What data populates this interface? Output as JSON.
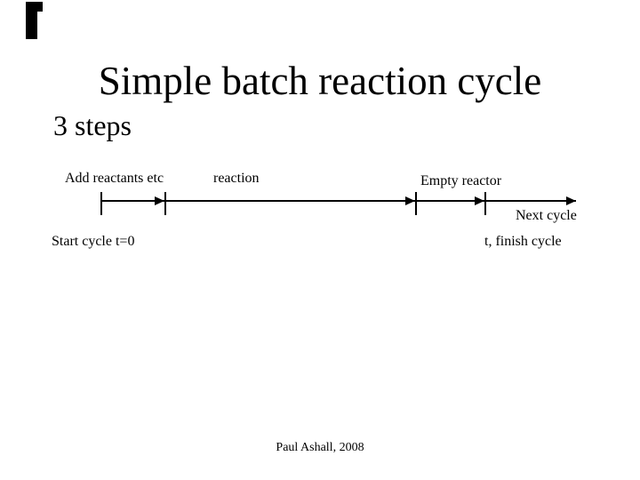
{
  "colors": {
    "ink": "#000000",
    "background": "#ffffff"
  },
  "slide": {
    "title": "Simple batch reaction cycle",
    "subtitle": "3 steps",
    "footer": "Paul Ashall, 2008"
  },
  "timeline": {
    "phases": [
      {
        "label": "Add reactants etc"
      },
      {
        "label": "reaction"
      },
      {
        "label": "Empty reactor"
      }
    ],
    "annotations": {
      "next_cycle": "Next cycle",
      "start": "Start cycle t=0",
      "finish": "t, finish cycle"
    }
  },
  "decorations": {
    "corner_mark": "slide-corner-fold"
  }
}
